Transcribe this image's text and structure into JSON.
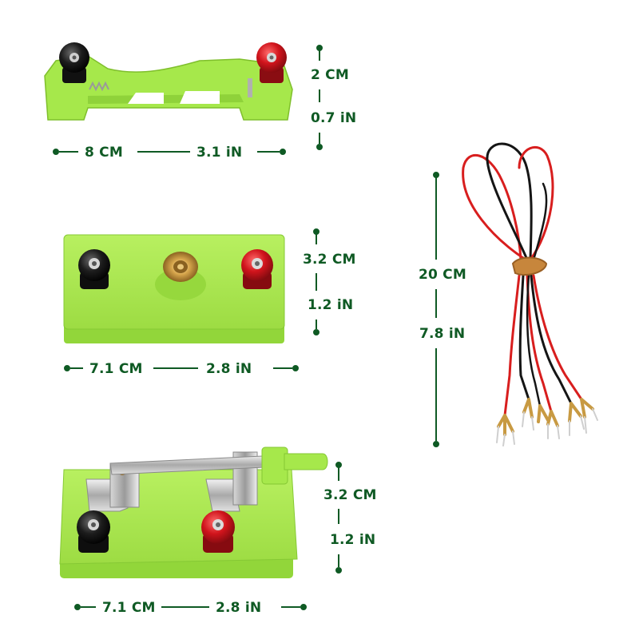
{
  "colors": {
    "dimension_text": "#0f5a24",
    "dimension_line": "#0f5a24",
    "plastic_base": "#a6e84b",
    "terminal_red": "#d0141c",
    "terminal_black": "#1c1c1c",
    "wire_red": "#d81e1e",
    "wire_black": "#151515",
    "brass": "#c89a42"
  },
  "battery_holder": {
    "width_cm": "8 CM",
    "width_in": "3.1 iN",
    "height_cm": "2 CM",
    "height_in": "0.7 iN"
  },
  "bulb_holder": {
    "width_cm": "7.1 CM",
    "width_in": "2.8 iN",
    "height_cm": "3.2 CM",
    "height_in": "1.2 iN"
  },
  "knife_switch": {
    "width_cm": "7.1 CM",
    "width_in": "2.8 iN",
    "height_cm": "3.2 CM",
    "height_in": "1.2 iN"
  },
  "wires": {
    "length_cm": "20 CM",
    "length_in": "7.8 iN"
  }
}
